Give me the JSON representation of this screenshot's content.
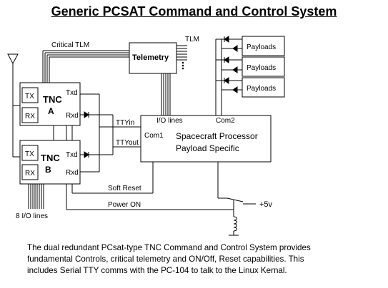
{
  "title": "Generic PCSAT  Command and Control System",
  "labels": {
    "critical_tlm": "Critical TLM",
    "tlm": "TLM",
    "telemetry": "Telemetry",
    "payloads": [
      "Payloads",
      "Payloads",
      "Payloads"
    ],
    "tnc_a": {
      "tx": "TX",
      "rx": "RX",
      "name": "TNC",
      "sub": "A",
      "txd": "Txd",
      "rxd": "Rxd"
    },
    "tnc_b": {
      "tx": "TX",
      "rx": "RX",
      "name": "TNC",
      "sub": "B",
      "txd": "Txd",
      "rxd": "Rxd"
    },
    "ttyin": "TTYin",
    "ttyout": "TTYout",
    "io_lines": "I/O lines",
    "com1": "Com1",
    "com2": "Com2",
    "processor_line1": "Spacecraft Processor",
    "processor_line2": "Payload Specific",
    "soft_reset": "Soft Reset",
    "power_on": "Power ON",
    "plus5v": "+5v",
    "io8": "8 I/O lines"
  },
  "caption": [
    "The dual redundant PCsat-type TNC Command and Control System provides",
    "fundamental Controls, critical telemetry and ON/Off, Reset capabilities.  This",
    "includes Serial TTY comms with the PC-104 to talk to the Linux Kernal."
  ]
}
